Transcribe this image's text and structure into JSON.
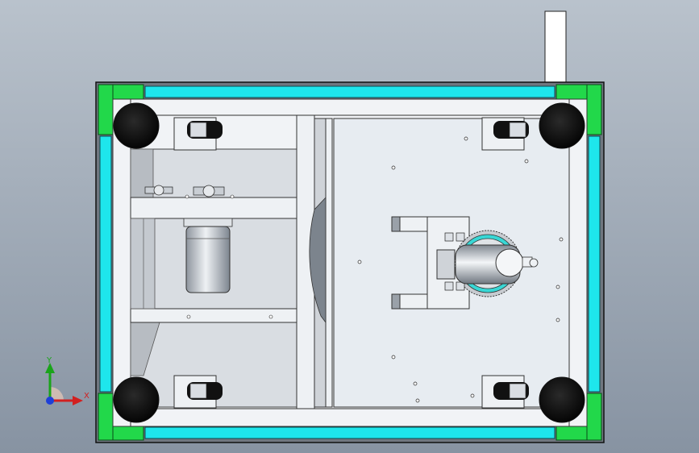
{
  "viewport": {
    "background_top": "#b9c2cc",
    "background_bottom": "#8793a2"
  },
  "model": {
    "frame_green": "#22d84a",
    "rail_cyan": "#1ee6ec",
    "plate_color": "#e7ecf1",
    "frame_steel": "#f1f3f6",
    "caster_count": 4,
    "caster_wheel_color": "#0c0c0c"
  },
  "triad": {
    "x_label": "X",
    "y_label": "Y",
    "x_color": "#d22020",
    "y_color": "#1aa41a",
    "z_color": "#1e3fd8"
  }
}
